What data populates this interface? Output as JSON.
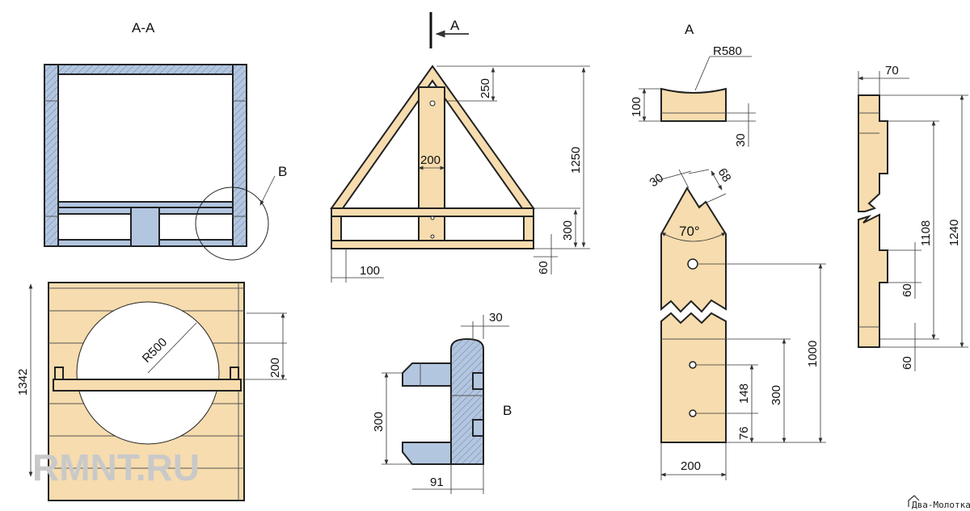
{
  "labels": {
    "section_aa": "A-A",
    "section_a_arrow": "A",
    "view_a": "A",
    "detail_b_ref": "B",
    "detail_b": "B"
  },
  "dims": {
    "r580": "R580",
    "a_100": "100",
    "a_30": "30",
    "stake_30": "30",
    "stake_68": "68",
    "stake_70deg": "70°",
    "stake_1000": "1000",
    "stake_300": "300",
    "stake_148": "148",
    "stake_76": "76",
    "stake_200": "200",
    "profile_70": "70",
    "profile_1108": "1108",
    "profile_1240": "1240",
    "profile_60a": "60",
    "profile_60b": "60",
    "tri_250": "250",
    "tri_200": "200",
    "tri_1250": "1250",
    "tri_300": "300",
    "tri_60": "60",
    "tri_100": "100",
    "front_1342": "1342",
    "front_r500": "R500",
    "front_200": "200",
    "b_30": "30",
    "b_300": "300",
    "b_91": "91"
  },
  "colors": {
    "wood": "#f6dcae",
    "section": "#b3c6e0"
  },
  "watermarks": {
    "site": "RMNT.RU",
    "brand": "Два-Молотка"
  }
}
